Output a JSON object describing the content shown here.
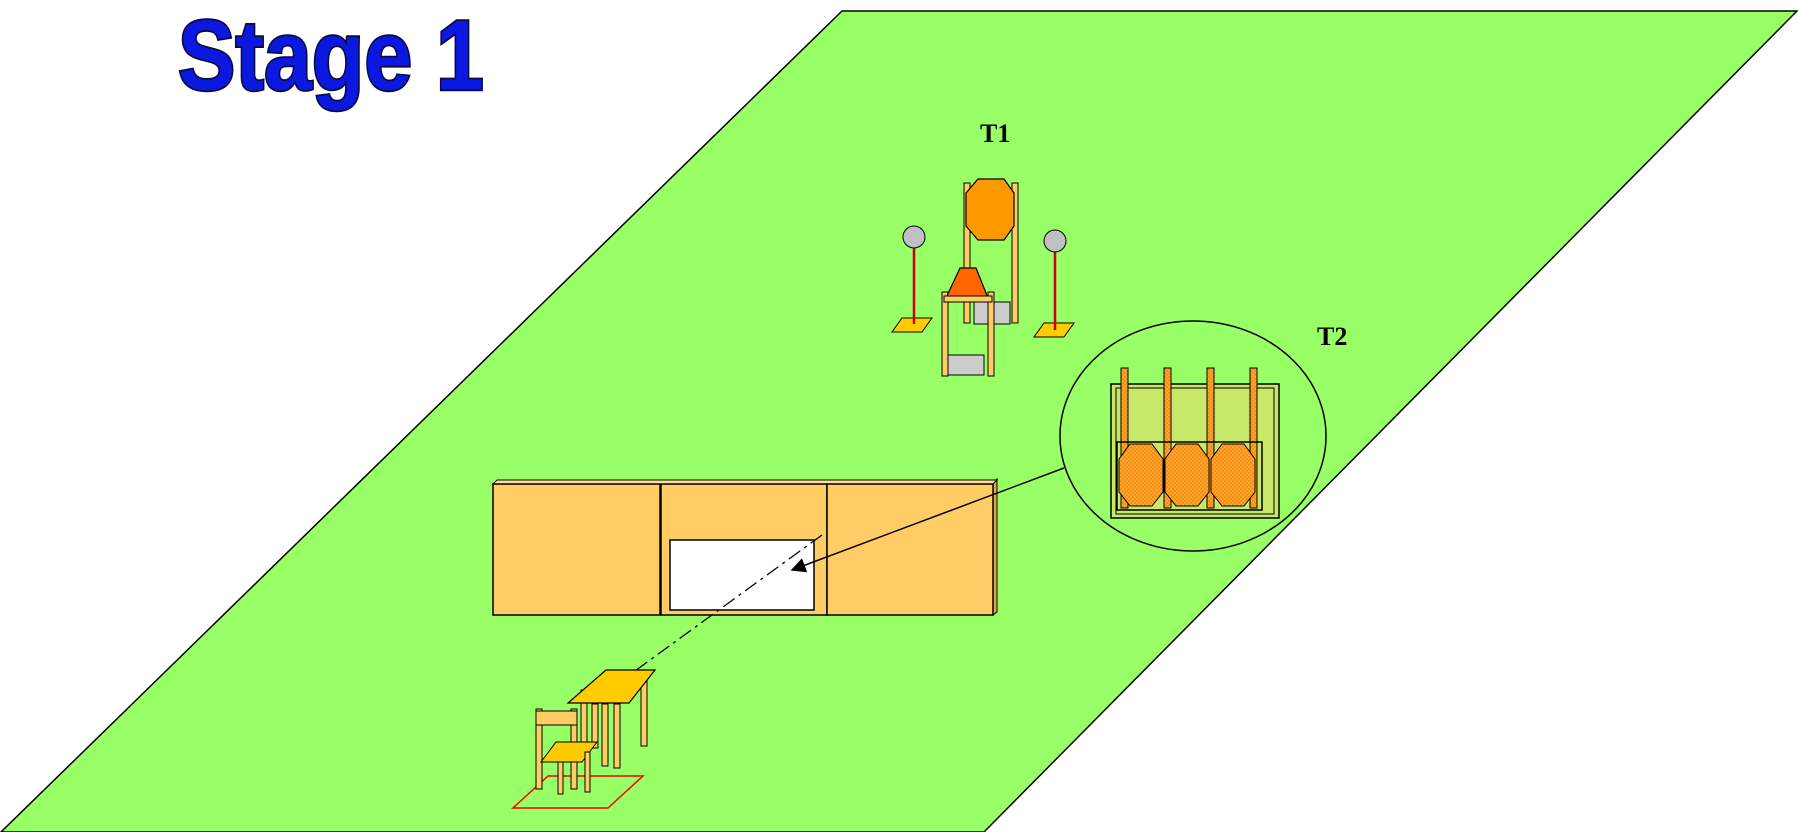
{
  "title": "Stage 1",
  "targets": {
    "t1_label": "T1",
    "t2_label": "T2"
  },
  "colors": {
    "field": "#99ff66",
    "title_fill": "#0a18e0",
    "title_outline": "#0a0a40",
    "wall": "#ffcc66",
    "window": "#ffffff",
    "steel_orange": "#ff9900",
    "popper_red": "#ff6600",
    "post": "#ffcc66",
    "stand_plate": "#cccccc",
    "pole": "#cc0000",
    "pole_ball": "#c0c0c0",
    "base_yellow": "#ffcc00",
    "table": "#ffcc00",
    "zoom_fill": "#c8e86a",
    "box_outline": "#ff0000"
  }
}
